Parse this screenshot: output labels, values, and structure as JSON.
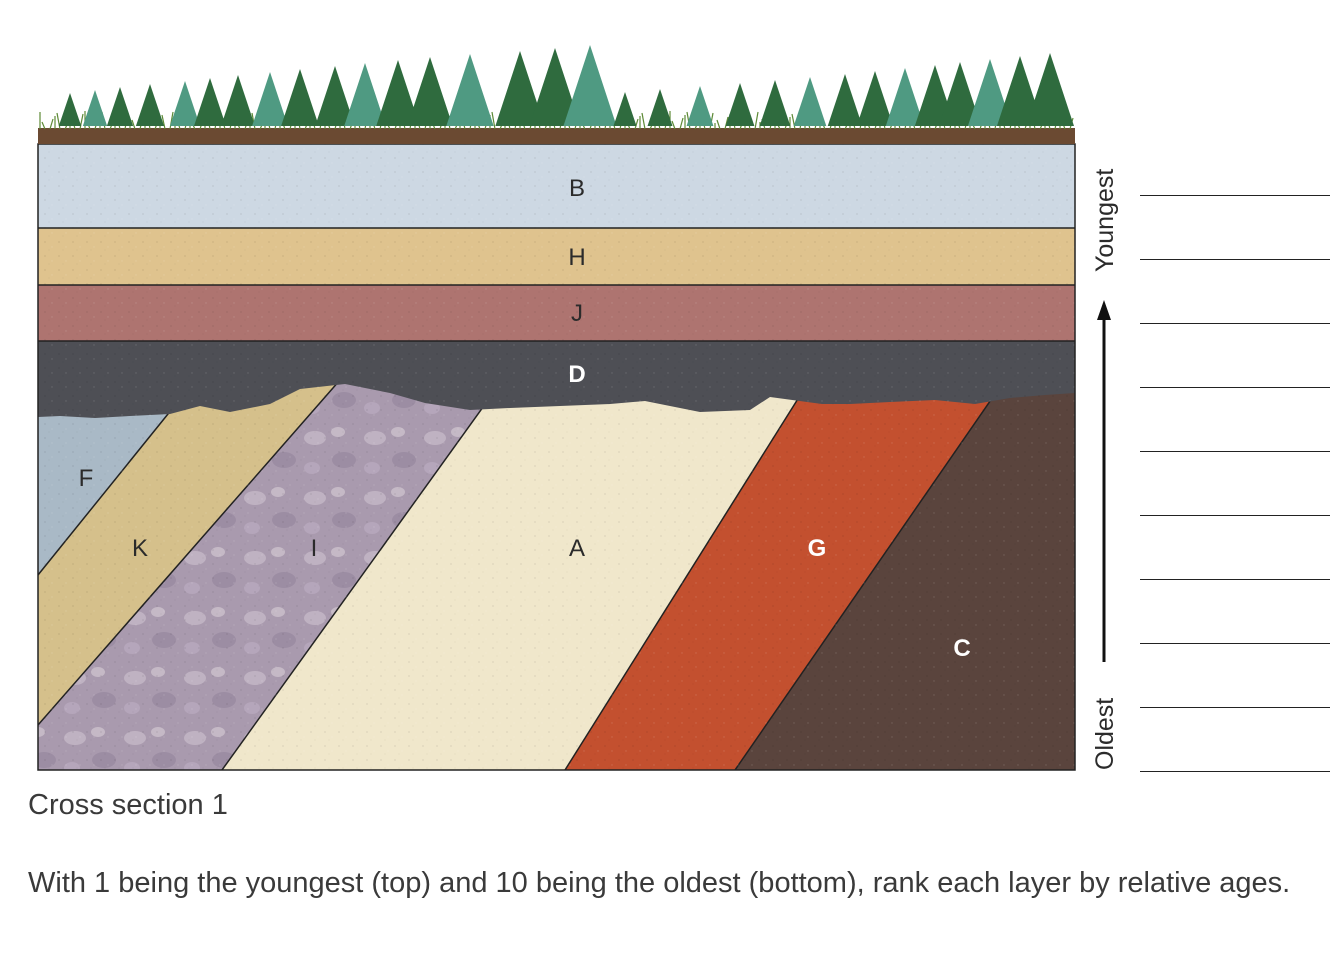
{
  "layers": {
    "B": "B",
    "H": "H",
    "J": "J",
    "D": "D",
    "F": "F",
    "K": "K",
    "I": "I",
    "A": "A",
    "G": "G",
    "C": "C"
  },
  "arrow": {
    "top_label": "Youngest",
    "bottom_label": "Oldest"
  },
  "answer_blanks": [
    "",
    "",
    "",
    "",
    "",
    "",
    "",
    "",
    "",
    ""
  ],
  "caption": "Cross section 1",
  "question": "With 1 being the youngest (top) and 10 being the oldest (bottom), rank each layer by relative ages.",
  "colors": {
    "B": "#cdd8e3",
    "H": "#dfc38e",
    "J": "#ae7470",
    "D": "#4e4f55",
    "F": "#a9b9c6",
    "K": "#d5c08b",
    "I": "#a99aae",
    "A": "#f0e7cb",
    "G": "#c3502f",
    "C": "#5a443d",
    "soil": "#6b4a32",
    "grass": "#4d7a2e",
    "tree": "#2f6b3e"
  }
}
